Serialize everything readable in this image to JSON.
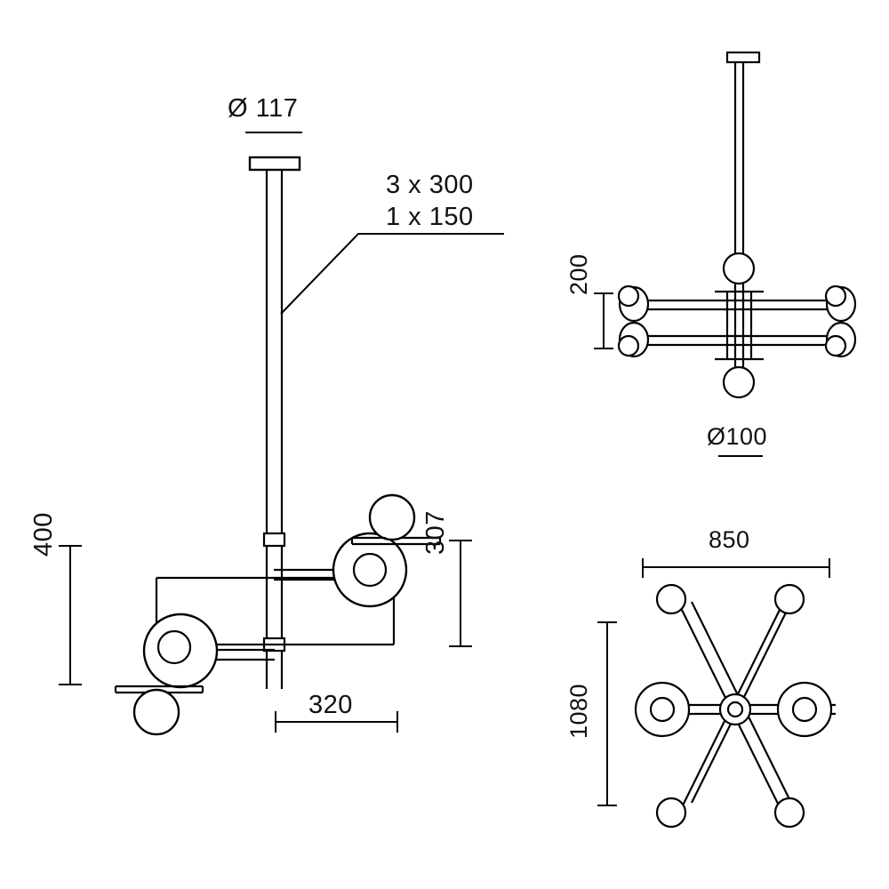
{
  "drawing": {
    "title": "Pendant lamp technical dimension drawing",
    "units": "mm",
    "line_color": "#000000",
    "background_color": "#ffffff"
  },
  "views": {
    "front": {
      "name": "front-elevation"
    },
    "side": {
      "name": "side-elevation"
    },
    "top": {
      "name": "top-plan"
    }
  },
  "dimensions": {
    "canopy_diameter": "Ø 117",
    "cable_spec_line1": "3 x 300",
    "cable_spec_line2": "1 x 150",
    "height_400": "400",
    "height_307": "307",
    "width_320": "320",
    "height_200": "200",
    "shade_diameter": "Ø100",
    "width_850": "850",
    "depth_1080": "1080"
  }
}
